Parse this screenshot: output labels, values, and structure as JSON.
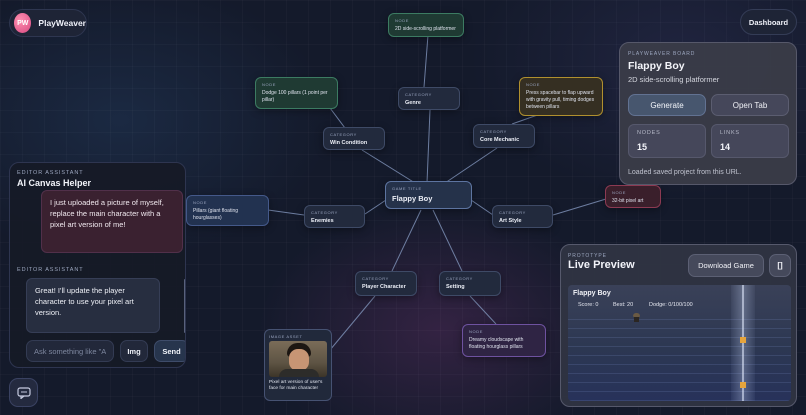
{
  "brand": {
    "logo_text": "PW",
    "name": "PlayWeaver"
  },
  "topbar": {
    "dashboard_label": "Dashboard"
  },
  "graph": {
    "genre": {
      "tag": "CATEGORY",
      "label": "Genre"
    },
    "genre_value": {
      "tag": "NODE",
      "text": "2D side-scrolling platformer"
    },
    "win": {
      "tag": "CATEGORY",
      "label": "Win Condition"
    },
    "win_value": {
      "tag": "NODE",
      "text": "Dodge 100 pillars (1 point per pillar)"
    },
    "core": {
      "tag": "CATEGORY",
      "label": "Core Mechanic"
    },
    "core_value": {
      "tag": "NODE",
      "text": "Press spacebar to flap upward with gravity pull, timing dodges between pillars"
    },
    "title": {
      "tag": "GAME TITLE",
      "label": "Flappy Boy"
    },
    "enemies": {
      "tag": "CATEGORY",
      "label": "Enemies"
    },
    "enemies_value": {
      "tag": "NODE",
      "text": "Pillars (giant floating hourglasses)"
    },
    "art": {
      "tag": "CATEGORY",
      "label": "Art Style"
    },
    "art_value": {
      "tag": "NODE",
      "text": "32-bit pixel art"
    },
    "player": {
      "tag": "CATEGORY",
      "label": "Player Character"
    },
    "setting": {
      "tag": "CATEGORY",
      "label": "Setting"
    },
    "setting_value": {
      "tag": "NODE",
      "text": "Dreamy cloudscape with floating hourglass pillars"
    },
    "image_asset": {
      "tag": "IMAGE ASSET",
      "text": "Pixel art version of user's face for main character"
    }
  },
  "assistant": {
    "tag": "EDITOR ASSISTANT",
    "title": "AI Canvas Helper",
    "user_message": "I just uploaded a picture of myself, replace the main character with a pixel art version of me!",
    "reply_tag": "EDITOR ASSISTANT",
    "reply_message": "Great! I'll update the player character to use your pixel art version.",
    "input_placeholder": "Ask something like \"A",
    "img_label": "Img",
    "send_label": "Send"
  },
  "board": {
    "tag": "PLAYWEAVER BOARD",
    "title": "Flappy Boy",
    "subtitle": "2D side-scrolling platformer",
    "generate_label": "Generate",
    "open_tab_label": "Open Tab",
    "nodes_label": "NODES",
    "nodes_value": "15",
    "links_label": "LINKS",
    "links_value": "14",
    "status": "Loaded saved project from this URL."
  },
  "preview": {
    "tag": "PROTOTYPE",
    "title": "Live Preview",
    "download_label": "Download Game",
    "fullscreen_label": "[]",
    "game": {
      "title": "Flappy Boy",
      "score": "Score: 0",
      "best": "Best: 20",
      "dodge": "Dodge: 0/100/100"
    }
  },
  "colors": {
    "background": "#141a2b",
    "accent_pink": "#d84a82",
    "node_green": "#3c7b62",
    "node_gold": "#b0902e",
    "node_red": "#8c3a52",
    "node_purple": "#6e52a0",
    "pillar": "#e6a43c"
  },
  "icons": {
    "fab": "chat-icon",
    "logo": "playweaver-logo-icon"
  }
}
